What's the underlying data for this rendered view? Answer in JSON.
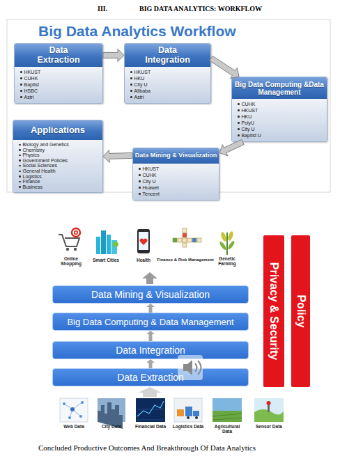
{
  "diagram": {
    "title": "BIG DATA ANALYTICS: WORKFLOW",
    "caption": "Concluded Productive Outcomes And Breakthrough Of Data Analytics",
    "nodes": [
      {
        "text": [
          "Data Extraction",
          "HKUST",
          "CUHK",
          "Baptist",
          "HSBC",
          "Astri"
        ]
      },
      {
        "text": [
          "Data Integration",
          "HKUST",
          "HKU",
          "City U",
          "Alibaba",
          "Astri"
        ]
      },
      {
        "text": [
          "Big Data Computing &Data Management",
          "CUHK",
          "HKUST",
          "HKU",
          "PolyU",
          "City U",
          "Baptist U"
        ]
      },
      {
        "text": [
          "Data Mining & Visualization",
          "HKUST",
          "CUHK",
          "City U",
          "Huawei",
          "Tencent"
        ]
      },
      {
        "text": [
          "Applications",
          "Biology and Genetics",
          "Chemistry",
          "Physics",
          "Government Policies",
          "Social Sciences",
          "General Health",
          "Logistics",
          "Finance",
          "Business"
        ]
      },
      {
        "text": [
          "Privacy & Security"
        ]
      },
      {
        "text": [
          "Policy"
        ]
      },
      {
        "text": [
          "Data Mining & Visualization"
        ]
      },
      {
        "text": [
          "Big Data Computing & Data Management"
        ]
      },
      {
        "text": [
          "Data Integration"
        ]
      },
      {
        "text": [
          "Data Extraction"
        ]
      }
    ],
    "edges": [
      {
        "from": 0,
        "to": 1,
        "arrow": "to"
      },
      {
        "from": 1,
        "to": 2,
        "arrow": "to"
      },
      {
        "from": 2,
        "to": 3,
        "arrow": "to"
      },
      {
        "from": 3,
        "to": 4,
        "arrow": "to"
      },
      {
        "from": 10,
        "to": 9,
        "arrow": "to"
      },
      {
        "from": 9,
        "to": 8,
        "arrow": "to"
      },
      {
        "from": 8,
        "to": 7,
        "arrow": "to"
      }
    ],
    "labels": [
      "III.",
      "Big Data Analytics Workflow",
      "Online Shopping",
      "Smart Cities",
      "Health",
      "Finance & Risk Management",
      "Genetic Farming",
      "Web Data",
      "City Data",
      "Financial Data",
      "Logistics Data",
      "Agricultural Data",
      "Sensor Data"
    ]
  }
}
